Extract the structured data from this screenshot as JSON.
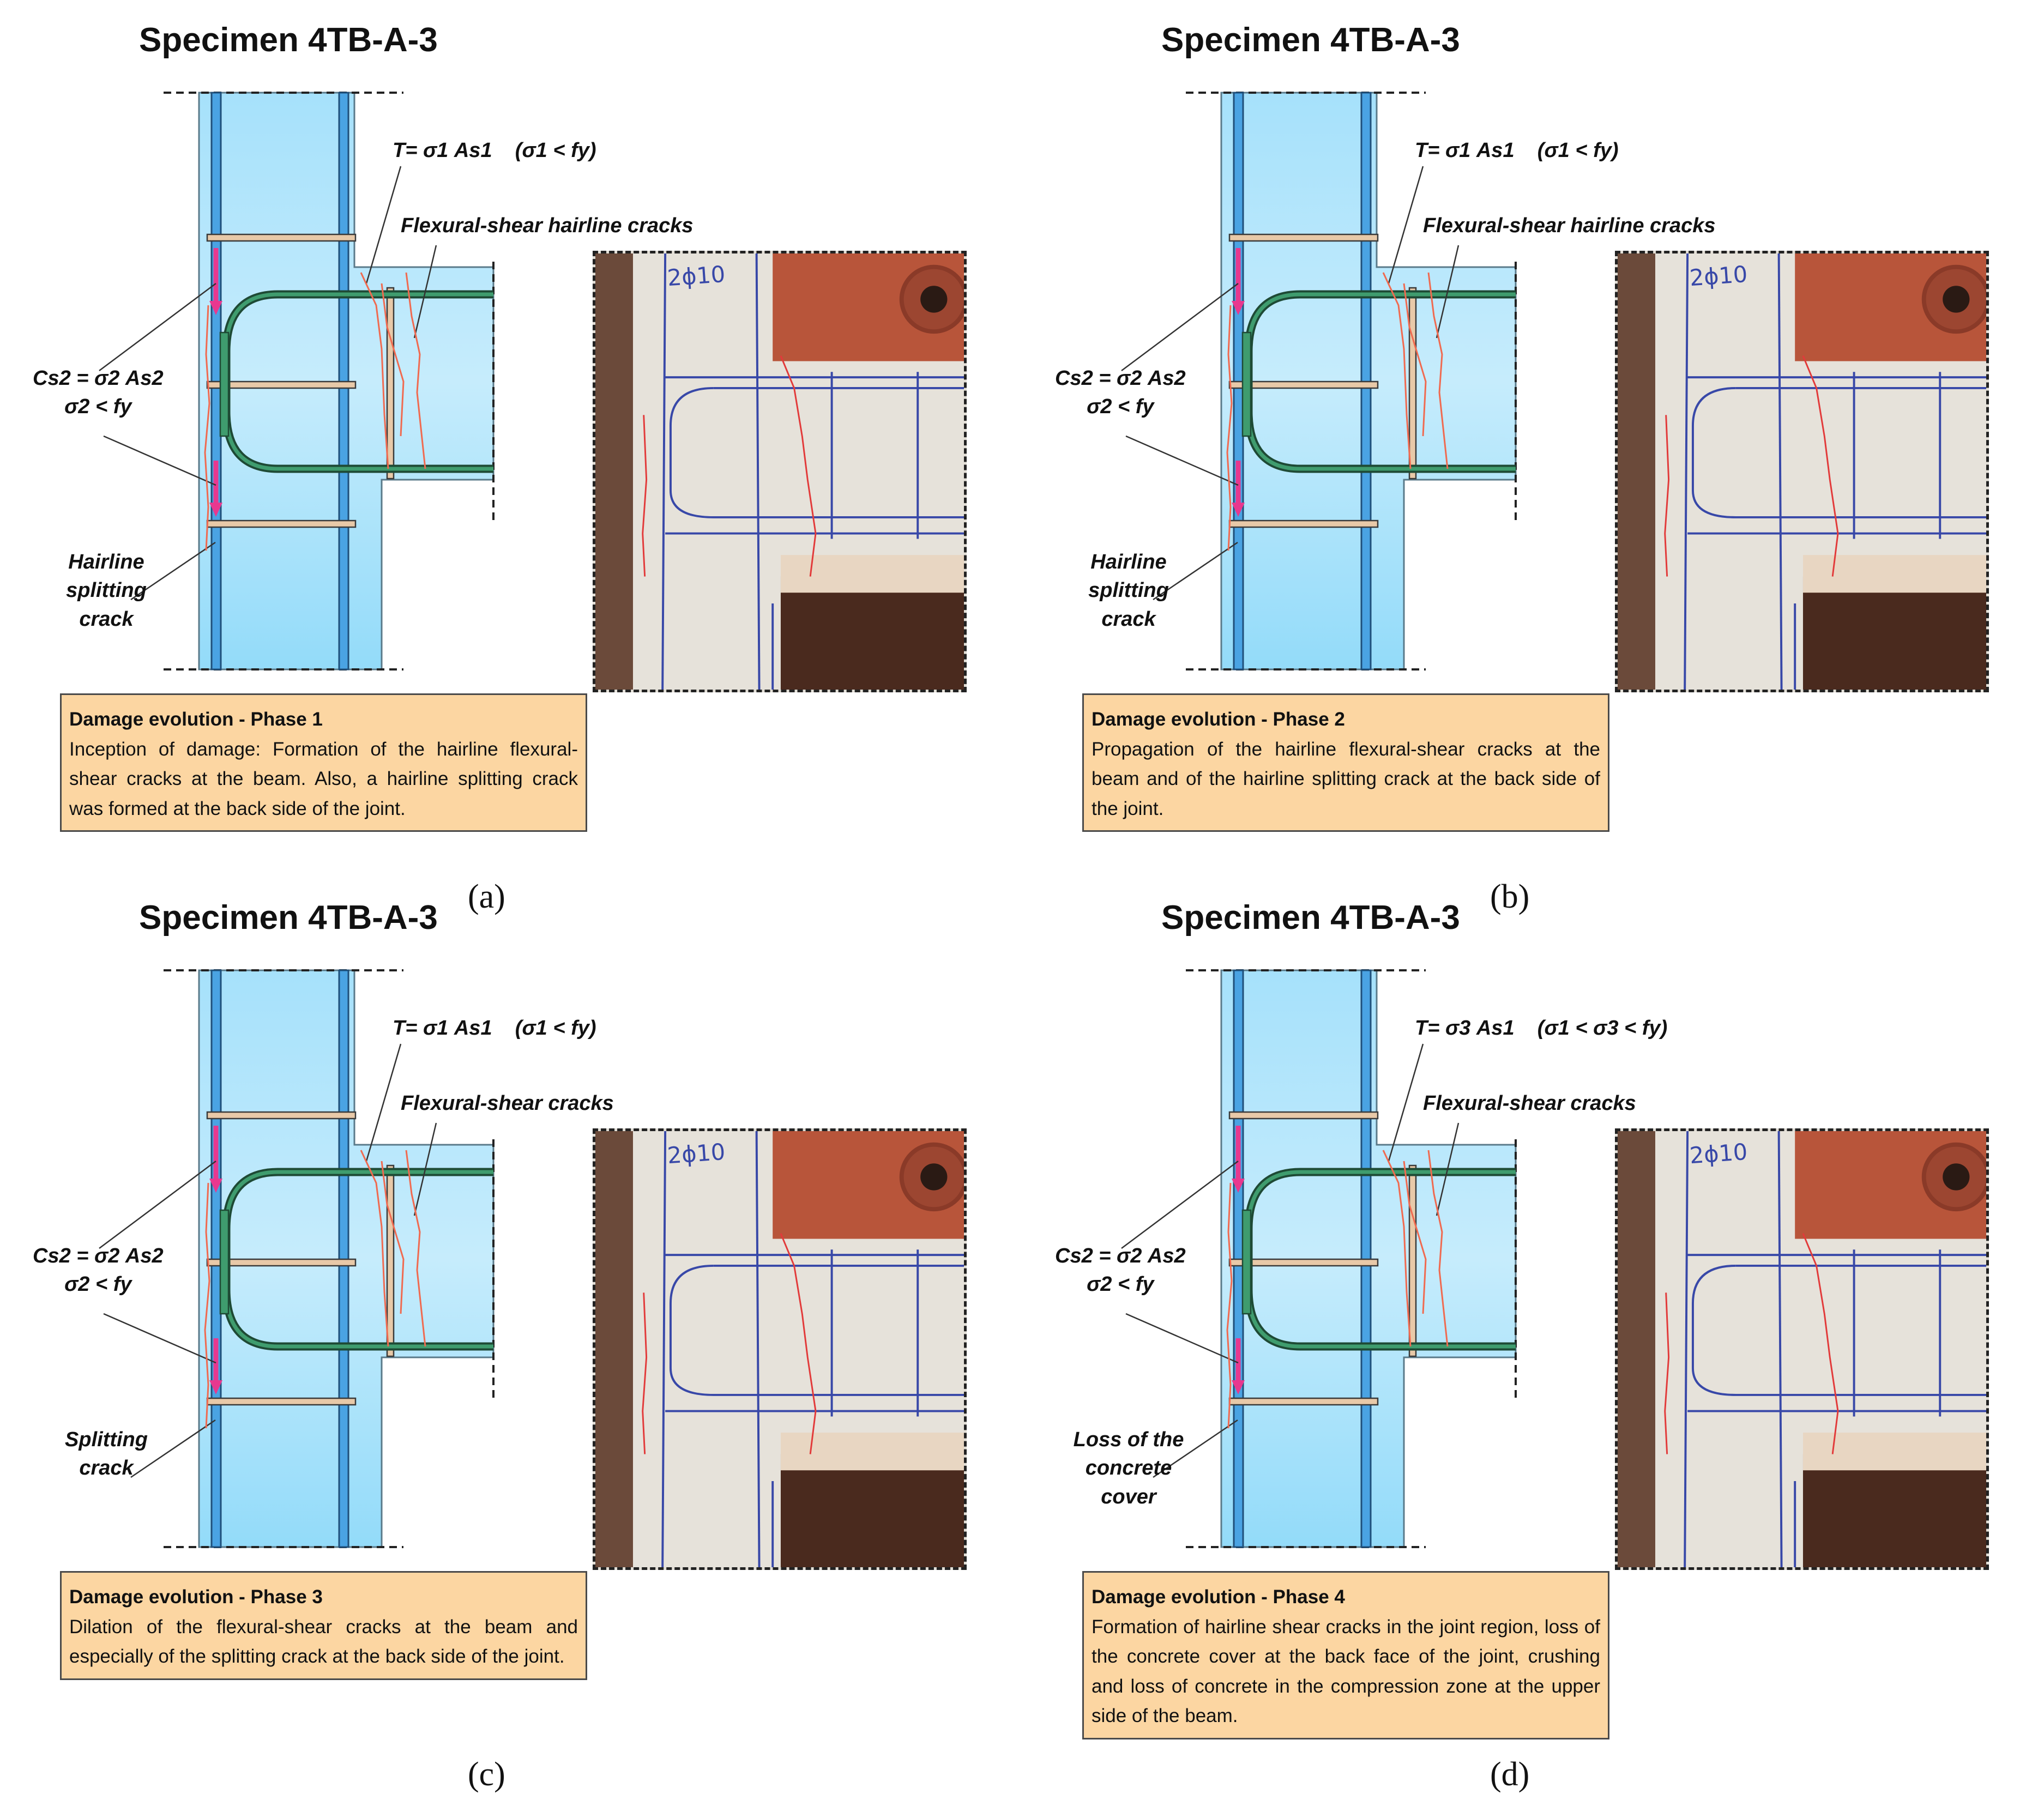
{
  "panels": [
    {
      "id": "a",
      "title": "Specimen 4TB-A-3",
      "tension_label": "T= σ1 As1    (σ1 < fy)",
      "crack_label": "Flexural-shear hairline cracks",
      "compression_label": "Cs2 = σ2 As2",
      "compression_cond": "σ2 < fy",
      "back_label": "Hairline splitting crack",
      "box_title": "Damage evolution - Phase 1",
      "box_text": "Inception of damage: Formation of the hairline flexural-shear cracks at the beam. Also, a hairline splitting crack was formed at the back side of the joint.",
      "photo_marking": "2ϕ10",
      "caption": "(a)"
    },
    {
      "id": "b",
      "title": "Specimen 4TB-A-3",
      "tension_label": "T= σ1 As1    (σ1 < fy)",
      "crack_label": "Flexural-shear hairline cracks",
      "compression_label": "Cs2 = σ2 As2",
      "compression_cond": "σ2 < fy",
      "back_label": "Hairline splitting crack",
      "box_title": "Damage evolution - Phase 2",
      "box_text": "Propagation of the hairline flexural-shear cracks at the beam and of the hairline splitting crack at the back side of the joint.",
      "photo_marking": "2ϕ10",
      "caption": "(b)"
    },
    {
      "id": "c",
      "title": "Specimen 4TB-A-3",
      "tension_label": "T= σ1 As1    (σ1 < fy)",
      "crack_label": "Flexural-shear cracks",
      "compression_label": "Cs2 = σ2 As2",
      "compression_cond": "σ2 < fy",
      "back_label": "Splitting crack",
      "box_title": "Damage evolution - Phase 3",
      "box_text": "Dilation of the flexural-shear cracks at the beam and especially of the splitting crack at the back side of the joint.",
      "photo_marking": "2ϕ10",
      "caption": "(c)"
    },
    {
      "id": "d",
      "title": "Specimen 4TB-A-3",
      "tension_label": "T= σ3 As1    (σ1 < σ3 < fy)",
      "crack_label": "Flexural-shear cracks",
      "compression_label": "Cs2 = σ2 As2",
      "compression_cond": "σ2 < fy",
      "back_label": "Loss of the concrete cover",
      "box_title": "Damage evolution - Phase 4",
      "box_text": "Formation of hairline shear cracks in the joint region, loss of the concrete cover at the back face of the joint, crushing and loss of concrete in the compression zone at the upper side of the beam.",
      "photo_marking": "2ϕ10",
      "caption": "(d)"
    }
  ],
  "colors": {
    "concrete_fill": "#a9e3fb",
    "bar_blue": "#4aa3e3",
    "hook_green": "#1e5f43",
    "stirrup_tan": "#e8c9a8",
    "crack_red": "#f06a50",
    "arrow_pink": "#e8388f",
    "box_fill": "#fcd6a2"
  }
}
